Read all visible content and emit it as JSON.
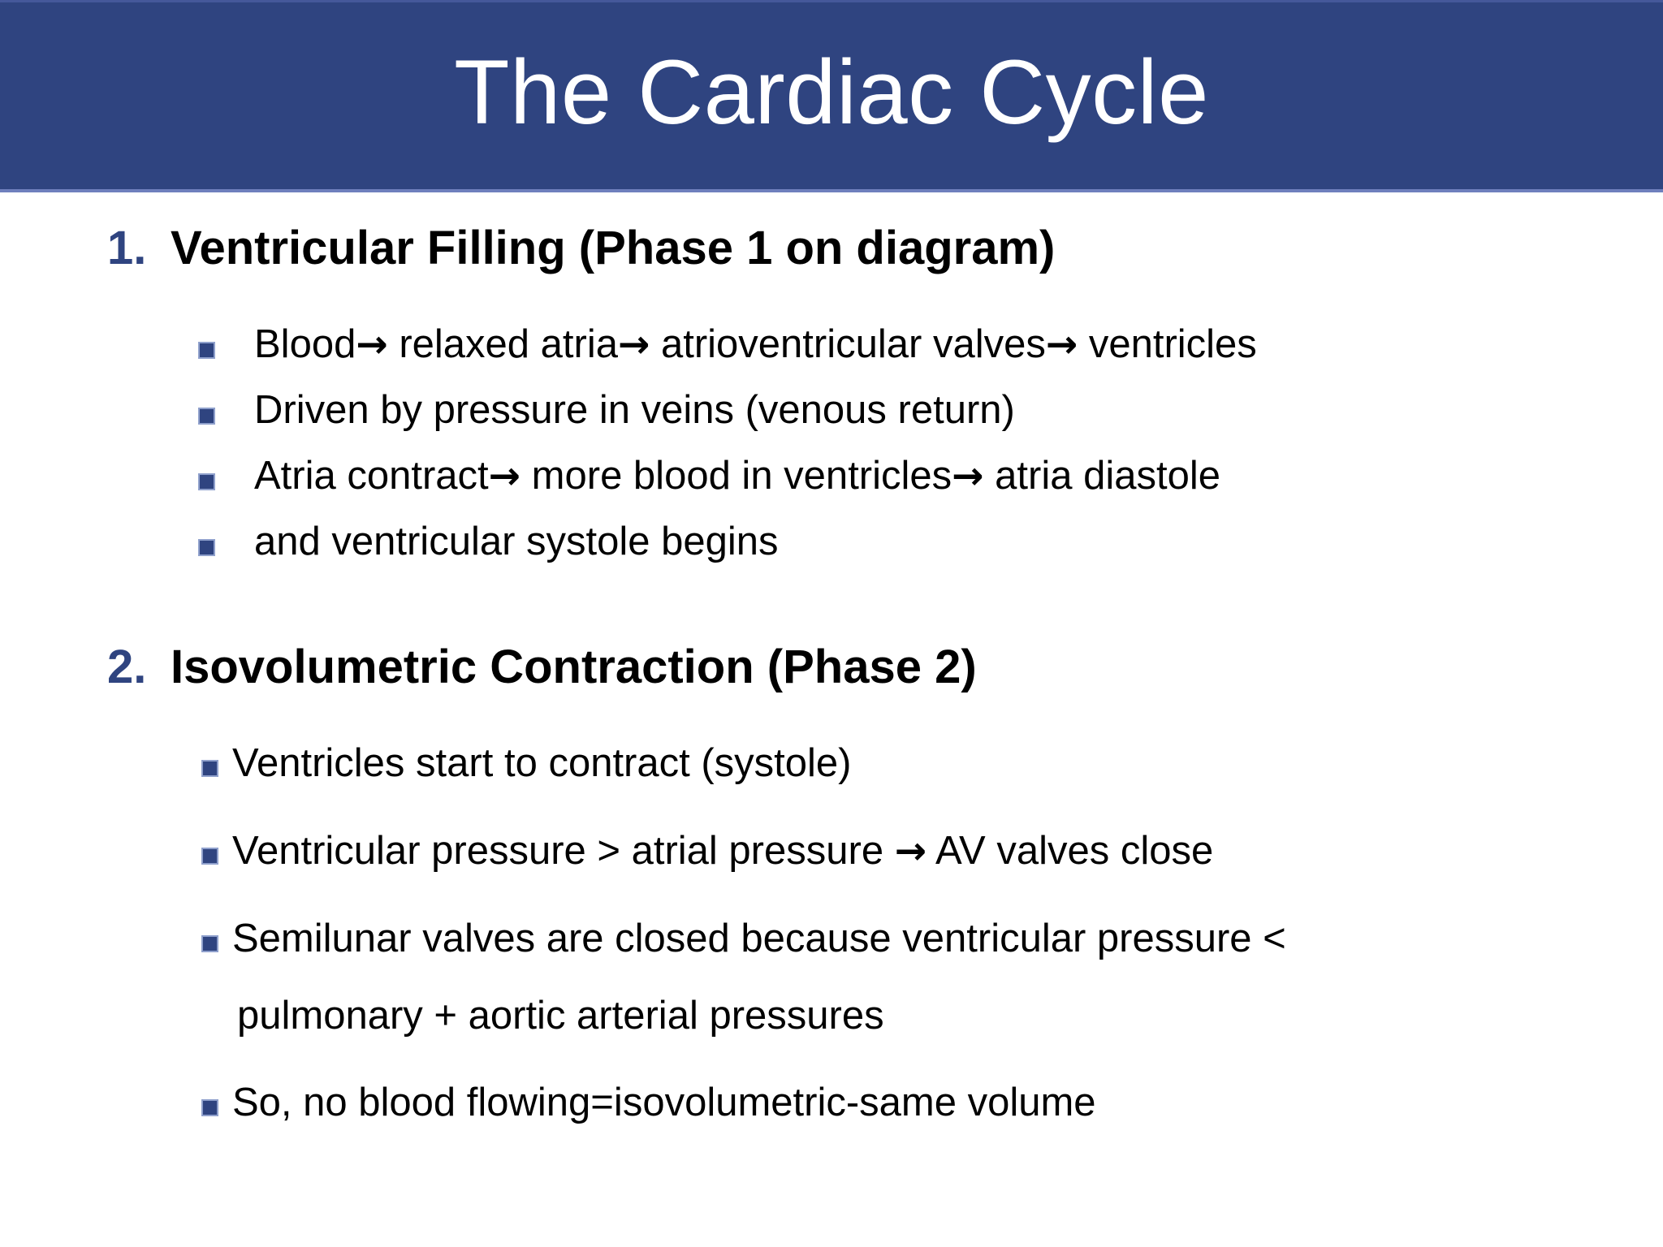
{
  "slide": {
    "title": "The Cardiac Cycle",
    "colors": {
      "header_background": "#2F4480",
      "header_text": "#FFFFFF",
      "number_accent": "#2F4480",
      "bullet_square": "#2F4480",
      "bullet_square_border": "#8FA0CC",
      "body_text": "#000000",
      "body_background": "#FFFFFF"
    },
    "sections": [
      {
        "number": "1.",
        "heading": "Ventricular Filling (Phase 1 on diagram)",
        "bullets": [
          {
            "parts": [
              {
                "type": "text",
                "value": "Blood"
              },
              {
                "type": "arrow",
                "value": "→"
              },
              {
                "type": "text",
                "value": " relaxed atria"
              },
              {
                "type": "arrow",
                "value": "→"
              },
              {
                "type": "text",
                "value": " atrioventricular valves"
              },
              {
                "type": "arrow",
                "value": "→"
              },
              {
                "type": "text",
                "value": " ventricles"
              }
            ],
            "plain": "Blood→ relaxed atria→ atrioventricular valves→ ventricles"
          },
          {
            "parts": [
              {
                "type": "text",
                "value": "Driven by pressure in veins (venous return)"
              }
            ],
            "plain": "Driven by pressure in veins (venous return)"
          },
          {
            "parts": [
              {
                "type": "text",
                "value": "Atria contract"
              },
              {
                "type": "arrow",
                "value": "→"
              },
              {
                "type": "text",
                "value": " more blood in ventricles"
              },
              {
                "type": "arrow",
                "value": "→"
              },
              {
                "type": "text",
                "value": " atria diastole"
              }
            ],
            "plain": "Atria contract→ more blood in ventricles→ atria diastole"
          },
          {
            "parts": [
              {
                "type": "text",
                "value": "and ventricular systole begins"
              }
            ],
            "plain": "and ventricular systole begins"
          }
        ]
      },
      {
        "number": "2.",
        "heading": "Isovolumetric Contraction (Phase 2)",
        "bullets": [
          {
            "parts": [
              {
                "type": "text",
                "value": "Ventricles start to contract (systole)"
              }
            ],
            "plain": "Ventricles start to contract (systole)"
          },
          {
            "parts": [
              {
                "type": "text",
                "value": "Ventricular pressure > atrial pressure "
              },
              {
                "type": "arrow",
                "value": "→"
              },
              {
                "type": "text",
                "value": " AV valves close"
              }
            ],
            "plain": "Ventricular pressure > atrial pressure → AV valves close"
          },
          {
            "parts": [
              {
                "type": "text",
                "value": "Semilunar valves are closed because ventricular pressure <"
              }
            ],
            "plain": "Semilunar valves are closed because ventricular pressure <",
            "continuation": "pulmonary + aortic arterial pressures"
          },
          {
            "parts": [
              {
                "type": "text",
                "value": "So, no blood flowing=isovolumetric-same volume"
              }
            ],
            "plain": "So, no blood flowing=isovolumetric-same volume"
          }
        ]
      }
    ]
  }
}
